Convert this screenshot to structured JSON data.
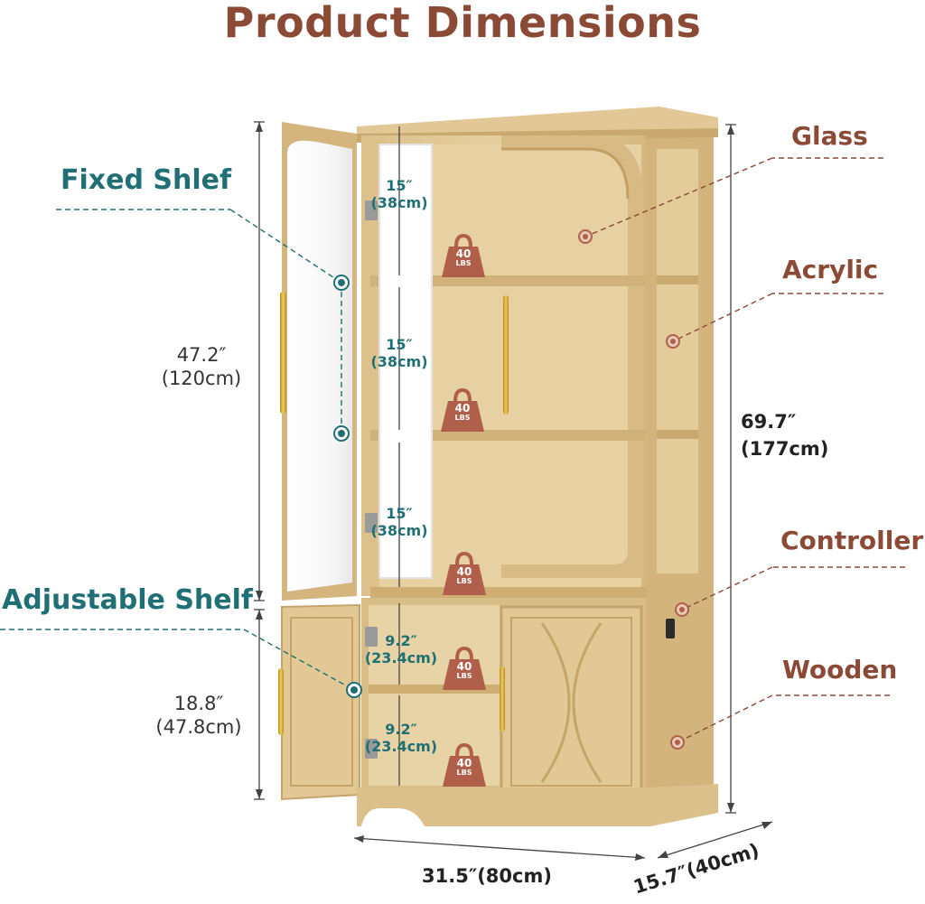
{
  "title": "Product Dimensions",
  "callouts": {
    "fixed_shelf": "Fixed Shlef",
    "adjustable_shelf": "Adjustable Shelf",
    "glass": "Glass",
    "acrylic": "Acrylic",
    "controller": "Controller",
    "wooden": "Wooden"
  },
  "dimensions": {
    "upper_height_in": "47.2″",
    "upper_height_cm": "(120cm)",
    "lower_height_in": "18.8″",
    "lower_height_cm": "(47.8cm)",
    "total_height_in": "69.7″",
    "total_height_cm": "(177cm)",
    "width": "31.5″(80cm)",
    "depth": "15.7″(40cm)"
  },
  "shelf_gaps": [
    {
      "in": "15″",
      "cm": "(38cm)"
    },
    {
      "in": "15″",
      "cm": "(38cm)"
    },
    {
      "in": "15″",
      "cm": "(38cm)"
    },
    {
      "in": "9.2″",
      "cm": "(23.4cm)"
    },
    {
      "in": "9.2″",
      "cm": "(23.4cm)"
    }
  ],
  "weight_badges": [
    {
      "value": "40",
      "unit": "LBS"
    },
    {
      "value": "40",
      "unit": "LBS"
    },
    {
      "value": "40",
      "unit": "LBS"
    },
    {
      "value": "40",
      "unit": "LBS"
    },
    {
      "value": "40",
      "unit": "LBS"
    }
  ],
  "colors": {
    "title_brown": "#8b4a35",
    "teal": "#1f6f74",
    "wood_light": "#e8d3a6",
    "wood_mid": "#d9bd86",
    "wood_dark": "#c4a46c",
    "weight_badge": "#b0604a",
    "gold_handle": "#d8b03c"
  }
}
